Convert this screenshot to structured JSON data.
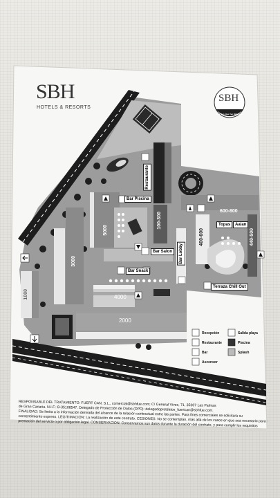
{
  "brand": {
    "logo": "SBH",
    "tagline": "HOTELS & RESORTS"
  },
  "badge": {
    "logo": "SBH",
    "caption": "Fue Ven Que Vec Mat Crea"
  },
  "areas": {
    "restaurante": "Restaurante",
    "bar_piscina": "Bar Piscina",
    "bar_salon": "Bar Salon",
    "bar_snack": "Bar Snack",
    "bar_lobby": "Bar Lobby",
    "topas": "Topas",
    "aaian": "Aaian",
    "terraza": "Terraza Chill Out"
  },
  "buildings": {
    "b5000": "5000",
    "b3000": "3000",
    "b1000": "1000",
    "b100_300": "100-300",
    "b4000": "4000",
    "b2000": "2000",
    "b400_600": "400-600",
    "b600_800": "600-800",
    "b440_500": "440-500"
  },
  "legend": {
    "recepcion": "Recepción",
    "restaurante": "Restaurante",
    "bar": "Bar",
    "ascensor": "Ascensor",
    "salida_playa": "Salida playa",
    "piscina": "Piscina",
    "splash": "Splash"
  },
  "footer": {
    "line1": "RESPONSABLE DEL TRATAMIENTO: FUERT CAN, S.L., comercial@sbhfue.com; C/ General Vives, 71, 35007 Las Palmas",
    "line2": "de Gran Canaria. N.I.F.: B-35108547. Delegado de Protección de Datos (DPD): delegadoprotdatos_fuertcan@sbhfue.com.",
    "line3": "FINALIDAD: Se limita a la información derivada del alcance de la relación contractual entre las partes. Para fines comerciales se solicitará su",
    "line4": "consentimiento expreso. LEGITIMACIÓN: La realización de este contrato. CESIONES: No se contemplan, más allá de los casos en que sea necesario para la",
    "line5": "prestación del servicio o por obligación legal. CONSERVACIÓN: Conservamos sus datos durante la duración del contrato, y para cumplir los requisitos"
  }
}
